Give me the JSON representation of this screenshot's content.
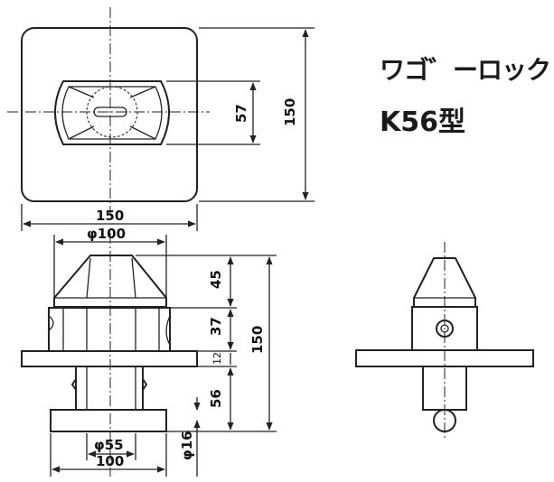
{
  "title": {
    "product_name": "ワゴ゛ーロック",
    "model": "K56型"
  },
  "top_view": {
    "width_label": "150",
    "height_label": "150",
    "inner_label": "57"
  },
  "front_view": {
    "top_dia_label": "φ100",
    "dim_45": "45",
    "dim_37": "37",
    "dim_12": "12",
    "dim_56": "56",
    "total_height": "150",
    "shaft_dia_label": "φ55",
    "base_width_label": "100",
    "pin_dia_label": "φ16"
  }
}
